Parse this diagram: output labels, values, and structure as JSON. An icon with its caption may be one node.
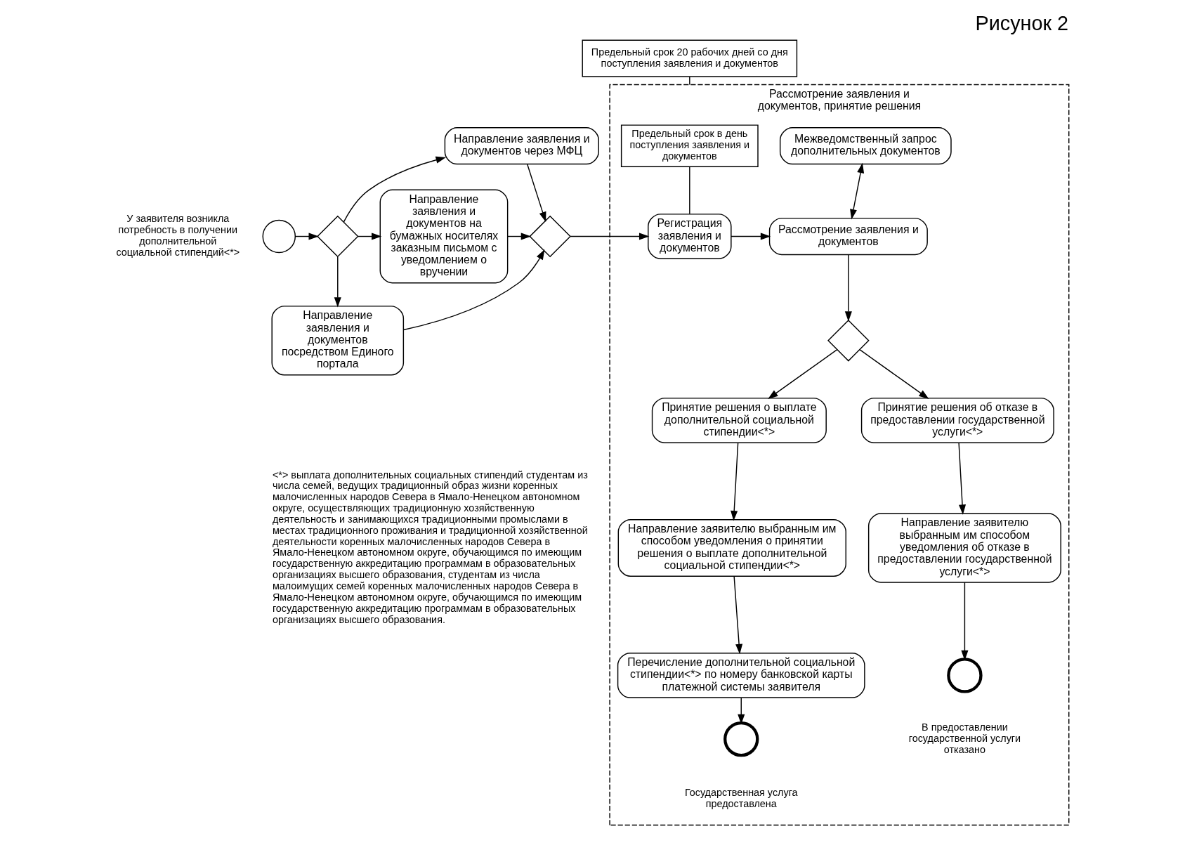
{
  "diagram": {
    "title": "Рисунок 2",
    "nodes": [
      {
        "text": [],
        "shape": "circle",
        "beside": [
          "У заявителя возникла потребность в получении дополнительной социальной стипендий<*>"
        ]
      },
      {
        "text": [],
        "shape": "diamond"
      },
      {
        "text": [
          "Направление заявления и документов через МФЦ"
        ]
      },
      {
        "text": [
          "Направление заявления и документов на бумажных носителях заказным письмом с уведомлением о вручении"
        ]
      },
      {
        "text": [
          "Направление заявления и документов посредством Единого портала"
        ]
      },
      {
        "text": [],
        "shape": "diamond"
      },
      {
        "text": [
          "Предельный срок 20 рабочих дней со дня поступления заявления и документов"
        ]
      },
      {
        "text": [
          "Рассмотрение заявления и документов, принятие решения"
        ]
      },
      {
        "text": [
          "Предельный срок в день поступления заявления и документов"
        ],
        "in": 7
      },
      {
        "text": [
          "Регистрация заявления и документов"
        ],
        "in": 7
      },
      {
        "text": [
          "Межведомственный запрос дополнительных документов"
        ],
        "in": 7
      },
      {
        "text": [
          "Рассмотрение заявления и документов"
        ],
        "in": 7
      },
      {
        "text": [],
        "shape": "diamond",
        "in": 7
      },
      {
        "text": [
          "Принятие решения о выплате дополнительной социальной стипендии<*>"
        ],
        "in": 7
      },
      {
        "text": [
          "Принятие решения об отказе в предоставлении государственной услуги<*>"
        ],
        "in": 7
      },
      {
        "text": [
          "Направление заявителю выбранным им способом уведомления о принятии решения о выплате дополнительной социальной стипендии<*>"
        ],
        "in": 7
      },
      {
        "text": [
          "Перечисление дополнительной социальной стипендии<*> по номеру банковской карты платежной системы заявителя"
        ],
        "in": 7
      },
      {
        "text": [
          "Направление заявителю выбранным им способом уведомления об отказе в предоставлении государственной услуги<*>"
        ],
        "in": 7
      },
      {
        "text": [],
        "shape": "circle",
        "in": 7,
        "beside": [
          "Государственная услуга предоставлена"
        ]
      },
      {
        "text": [],
        "shape": "circle",
        "in": 7,
        "beside": [
          "В предоставлении государственной услуги отказано"
        ]
      }
    ],
    "edges": [
      {
        "from": 0,
        "to": 1,
        "arrow": "to"
      },
      {
        "from": 1,
        "to": 2,
        "arrow": "to"
      },
      {
        "from": 1,
        "to": 3,
        "arrow": "to"
      },
      {
        "from": 1,
        "to": 4,
        "arrow": "to"
      },
      {
        "from": 2,
        "to": 5,
        "arrow": "to"
      },
      {
        "from": 3,
        "to": 5,
        "arrow": "to"
      },
      {
        "from": 4,
        "to": 5,
        "arrow": "to"
      },
      {
        "from": 5,
        "to": 9,
        "arrow": "to"
      },
      {
        "from": 6,
        "to": 7,
        "arrow": "none"
      },
      {
        "from": 8,
        "to": 9,
        "arrow": "none"
      },
      {
        "from": 9,
        "to": 11,
        "arrow": "to"
      },
      {
        "from": 10,
        "to": 11,
        "arrow": "both"
      },
      {
        "from": 11,
        "to": 12,
        "arrow": "to"
      },
      {
        "from": 12,
        "to": 13,
        "arrow": "to"
      },
      {
        "from": 12,
        "to": 14,
        "arrow": "to"
      },
      {
        "from": 13,
        "to": 15,
        "arrow": "to"
      },
      {
        "from": 15,
        "to": 16,
        "arrow": "to"
      },
      {
        "from": 16,
        "to": 18,
        "arrow": "to"
      },
      {
        "from": 14,
        "to": 17,
        "arrow": "to"
      },
      {
        "from": 17,
        "to": 19,
        "arrow": "to"
      }
    ],
    "labels": [
      "<*> выплата дополнительных социальных стипендий студентам из числа семей, ведущих традиционный образ жизни коренных малочисленных народов Севера в Ямало-Ненецком автономном округе, осуществляющих традиционную хозяйственную деятельность и занимающихся традиционными промыслами в местах традиционного проживания и традиционной хозяйственной деятельности коренных малочисленных народов Севера в Ямало-Ненецком автономном округе, обучающимся по имеющим государственную аккредитацию программам в образовательных организациях высшего образования, студентам из числа малоимущих семей коренных малочисленных народов Севера в Ямало-Ненецком автономном округе, обучающимся по имеющим государственную аккредитацию программам в образовательных организациях высшего образования."
    ]
  }
}
